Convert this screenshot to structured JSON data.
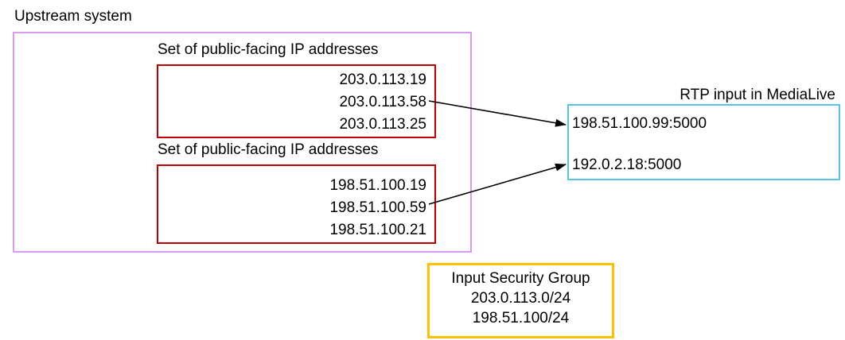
{
  "diagram": {
    "title": "Upstream system",
    "upstream": {
      "ip_sets": [
        {
          "label": "Set of public-facing IP addresses",
          "addresses": [
            "203.0.113.19",
            "203.0.113.58",
            "203.0.113.25"
          ]
        },
        {
          "label": "Set of public-facing IP addresses",
          "addresses": [
            "198.51.100.19",
            "198.51.100.59",
            "198.51.100.21"
          ]
        }
      ]
    },
    "medialive": {
      "label": "RTP input in MediaLive",
      "endpoints": [
        "198.51.100.99:5000",
        "192.0.2.18:5000"
      ]
    },
    "security_group": {
      "title": "Input Security Group",
      "cidrs": [
        "203.0.113.0/24",
        "198.51.100/24"
      ]
    },
    "colors": {
      "upstream_border": "#d79cf2",
      "ip_set_border": "#c00000",
      "medialive_border": "#56c3ea",
      "security_group_border": "#ffc000",
      "arrow": "#000000",
      "text": "#000000"
    }
  }
}
